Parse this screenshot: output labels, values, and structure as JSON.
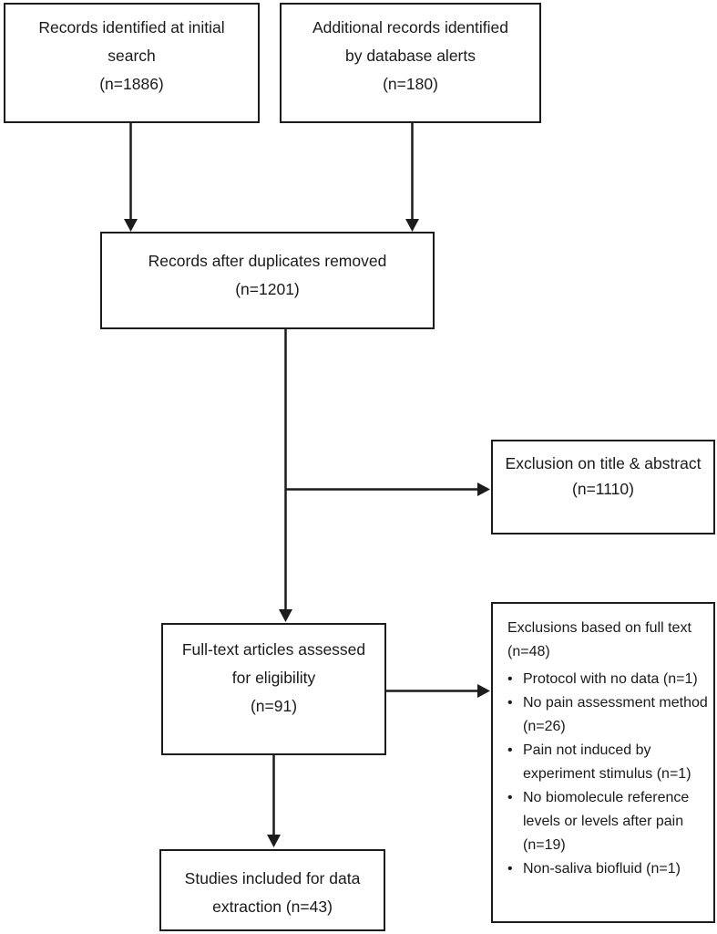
{
  "colors": {
    "box_border": "#1c1c1c",
    "arrow_line": "#1c1c1c",
    "background": "#ffffff",
    "text": "#1a1a1a"
  },
  "nodes": {
    "initial_search": {
      "lines": [
        "Records identified at initial",
        "search",
        "(n=1886)"
      ]
    },
    "database_alerts": {
      "lines": [
        "Additional records identified",
        "by database alerts",
        "(n=180)"
      ]
    },
    "after_duplicates": {
      "lines": [
        "Records after duplicates removed",
        "(n=1201)"
      ]
    },
    "exclusion_title_abstract": {
      "lines": [
        "Exclusion on title & abstract",
        "(n=1110)"
      ]
    },
    "fulltext_assessed": {
      "lines": [
        "Full-text articles assessed",
        "for eligibility",
        "(n=91)"
      ]
    },
    "exclusions_fulltext": {
      "heading_lines": [
        "Exclusions based on full text",
        "(n=48)"
      ],
      "bullets": [
        "Protocol with no data (n=1)",
        "No pain assessment method (n=26)",
        "Pain not induced by experiment stimulus (n=1)",
        "No biomolecule reference levels or levels after pain (n=19)",
        "Non-saliva biofluid (n=1)"
      ]
    },
    "included_for_extraction": {
      "lines": [
        "Studies included for data",
        "extraction (n=43)"
      ]
    }
  }
}
